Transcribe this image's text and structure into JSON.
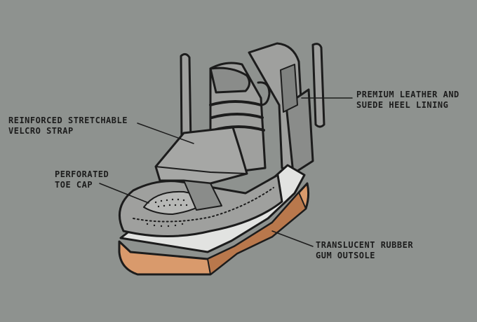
{
  "colors": {
    "background": "#8e928f",
    "upper": "#9fa09e",
    "upper_shadow": "#7f817f",
    "outline": "#1c1c1c",
    "midsole": "#e2e3e1",
    "gum_outsole": "#d99a6c",
    "gum_shadow": "#b9784c"
  },
  "callouts": {
    "heel": {
      "line1": "PREMIUM LEATHER AND",
      "line2": "SUEDE HEEL LINING"
    },
    "strap": {
      "line1": "REINFORCED STRETCHABLE",
      "line2": "VELCRO STRAP"
    },
    "toe": {
      "line1": "PERFORATED",
      "line2": "TOE CAP"
    },
    "sole": {
      "line1": "TRANSLUCENT RUBBER",
      "line2": "GUM OUTSOLE"
    }
  }
}
